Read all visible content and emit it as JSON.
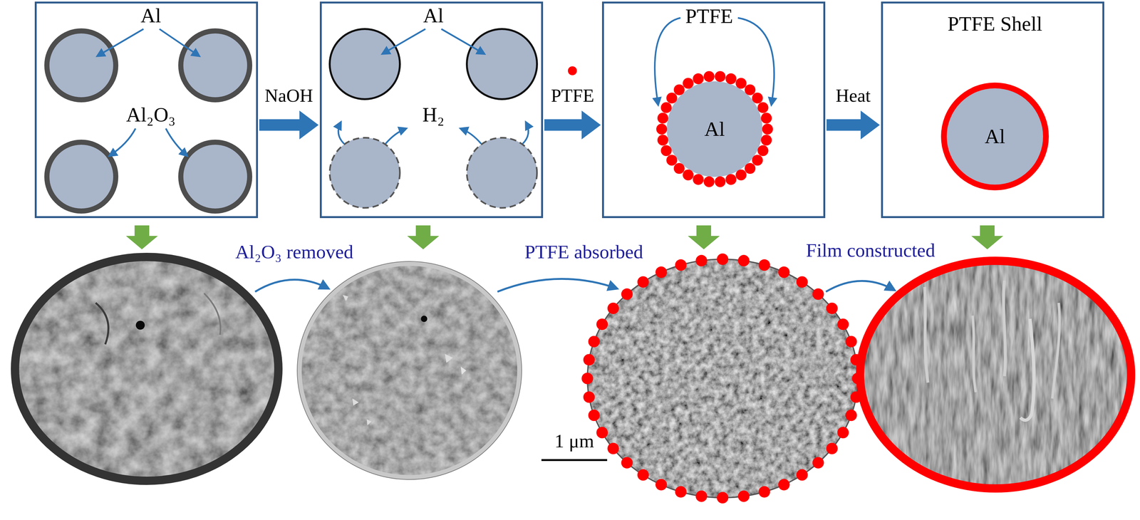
{
  "diagram": {
    "nodes": [
      {
        "text": [
          "Al",
          "Al₂O₃"
        ]
      },
      {
        "text": [
          "Al",
          "H₂"
        ]
      },
      {
        "text": [
          "PTFE"
        ]
      },
      {
        "text": [
          "Al"
        ],
        "in": 2
      },
      {
        "text": [
          "PTFE Shell"
        ]
      },
      {
        "text": [
          "Al"
        ],
        "in": 4
      }
    ],
    "edges": [
      {
        "from": 0,
        "to": 1,
        "label": "NaOH",
        "arrow": "to"
      },
      {
        "from": 1,
        "to": 2,
        "label": "PTFE",
        "arrow": "to"
      },
      {
        "from": 2,
        "to": 4,
        "label": "Heat",
        "arrow": "to"
      }
    ],
    "labels": [
      "Al₂O₃ removed",
      "PTFE absorbed",
      "Film constructed",
      "1 μm"
    ]
  }
}
